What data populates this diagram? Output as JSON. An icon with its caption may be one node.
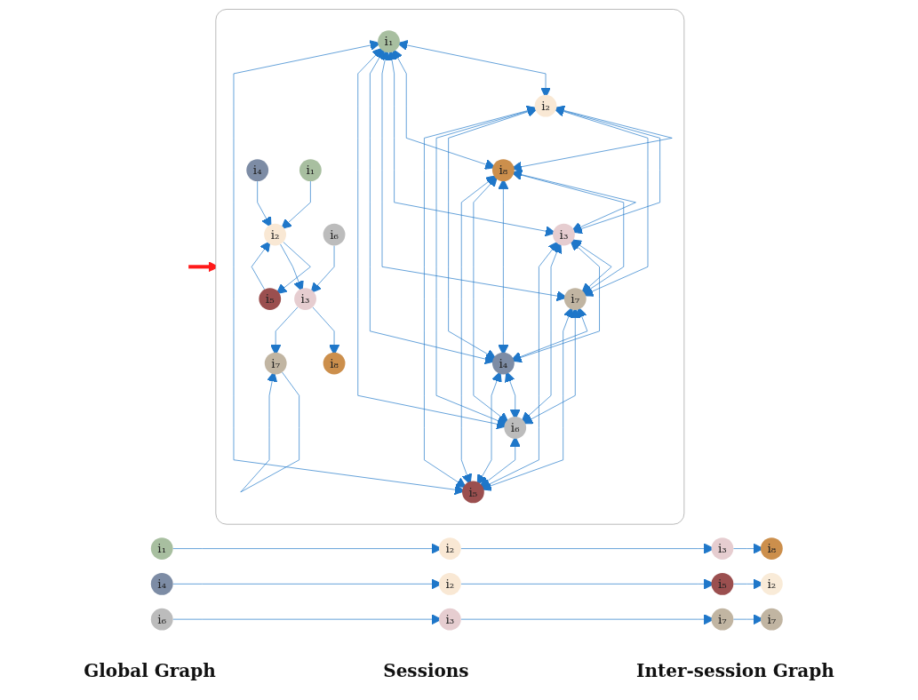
{
  "diagram": {
    "nodes": [
      {
        "text": [
          "i₁"
        ]
      },
      {
        "text": [
          "i₂"
        ]
      },
      {
        "text": [
          "i₃"
        ]
      },
      {
        "text": [
          "i₈"
        ]
      },
      {
        "text": [
          "i₄"
        ]
      },
      {
        "text": [
          "i₂"
        ]
      },
      {
        "text": [
          "i₅"
        ]
      },
      {
        "text": [
          "i₂"
        ]
      },
      {
        "text": [
          "i₆"
        ]
      },
      {
        "text": [
          "i₃"
        ]
      },
      {
        "text": [
          "i₇"
        ]
      },
      {
        "text": [
          "i₇"
        ]
      },
      {
        "text": [],
        "shape": "box"
      },
      {
        "text": [
          "i₁"
        ],
        "in": 12
      },
      {
        "text": [
          "i₂"
        ],
        "in": 12
      },
      {
        "text": [
          "i₈"
        ],
        "in": 12
      },
      {
        "text": [
          "i₃"
        ],
        "in": 12
      },
      {
        "text": [
          "i₇"
        ],
        "in": 12
      },
      {
        "text": [
          "i₄"
        ],
        "in": 12
      },
      {
        "text": [
          "i₆"
        ],
        "in": 12
      },
      {
        "text": [
          "i₅"
        ],
        "in": 12
      },
      {
        "text": [
          "i₄"
        ],
        "in": 12
      },
      {
        "text": [
          "i₅"
        ],
        "in": 12
      },
      {
        "text": [
          "i₂"
        ],
        "in": 12
      },
      {
        "text": [
          "i₁"
        ],
        "in": 12
      },
      {
        "text": [
          "i₈"
        ],
        "in": 12
      },
      {
        "text": [
          "i₃"
        ],
        "in": 12
      },
      {
        "text": [
          "i₆"
        ],
        "in": 12
      },
      {
        "text": [
          "i₇"
        ],
        "in": 12
      }
    ],
    "edges": [
      {
        "from": 0,
        "to": 1,
        "arrow": "to"
      },
      {
        "from": 1,
        "to": 2,
        "arrow": "to"
      },
      {
        "from": 2,
        "to": 3,
        "arrow": "to"
      },
      {
        "from": 4,
        "to": 5,
        "arrow": "to"
      },
      {
        "from": 5,
        "to": 6,
        "arrow": "to"
      },
      {
        "from": 6,
        "to": 7,
        "arrow": "to"
      },
      {
        "from": 8,
        "to": 9,
        "arrow": "to"
      },
      {
        "from": 9,
        "to": 10,
        "arrow": "to"
      },
      {
        "from": 10,
        "to": 11,
        "arrow": "to"
      },
      {
        "from": null,
        "to": 12,
        "arrow": "to",
        "style": "thick",
        "color": "#ff1a1a"
      },
      {
        "from": 13,
        "to": 14,
        "arrow": "both"
      },
      {
        "from": 13,
        "to": 15,
        "arrow": "both"
      },
      {
        "from": 13,
        "to": 16,
        "arrow": "both"
      },
      {
        "from": 13,
        "to": 17,
        "arrow": "both"
      },
      {
        "from": 13,
        "to": 18,
        "arrow": "both"
      },
      {
        "from": 13,
        "to": 19,
        "arrow": "both"
      },
      {
        "from": 13,
        "to": 20,
        "arrow": "both"
      },
      {
        "from": 14,
        "to": 15,
        "arrow": "both"
      },
      {
        "from": 14,
        "to": 16,
        "arrow": "both"
      },
      {
        "from": 14,
        "to": 17,
        "arrow": "both"
      },
      {
        "from": 14,
        "to": 18,
        "arrow": "both"
      },
      {
        "from": 14,
        "to": 19,
        "arrow": "both"
      },
      {
        "from": 14,
        "to": 20,
        "arrow": "both"
      },
      {
        "from": 15,
        "to": 16,
        "arrow": "both"
      },
      {
        "from": 15,
        "to": 17,
        "arrow": "both"
      },
      {
        "from": 15,
        "to": 18,
        "arrow": "both"
      },
      {
        "from": 15,
        "to": 19,
        "arrow": "both"
      },
      {
        "from": 15,
        "to": 20,
        "arrow": "both"
      },
      {
        "from": 16,
        "to": 17,
        "arrow": "both"
      },
      {
        "from": 16,
        "to": 18,
        "arrow": "both"
      },
      {
        "from": 16,
        "to": 19,
        "arrow": "both"
      },
      {
        "from": 16,
        "to": 20,
        "arrow": "both"
      },
      {
        "from": 17,
        "to": 18,
        "arrow": "both"
      },
      {
        "from": 17,
        "to": 19,
        "arrow": "both"
      },
      {
        "from": 17,
        "to": 20,
        "arrow": "both"
      },
      {
        "from": 18,
        "to": 19,
        "arrow": "both"
      },
      {
        "from": 18,
        "to": 20,
        "arrow": "both"
      },
      {
        "from": 19,
        "to": 20,
        "arrow": "both"
      },
      {
        "from": 21,
        "to": 23,
        "arrow": "to"
      },
      {
        "from": 23,
        "to": 22,
        "arrow": "to"
      },
      {
        "from": 22,
        "to": 23,
        "arrow": "to"
      },
      {
        "from": 24,
        "to": 23,
        "arrow": "to"
      },
      {
        "from": 23,
        "to": 26,
        "arrow": "to"
      },
      {
        "from": 26,
        "to": 25,
        "arrow": "to"
      },
      {
        "from": 27,
        "to": 26,
        "arrow": "to"
      },
      {
        "from": 26,
        "to": 28,
        "arrow": "to"
      },
      {
        "from": 28,
        "to": 28,
        "arrow": "to"
      }
    ],
    "labels": [
      "Global Graph",
      "Sessions",
      "Inter-session Graph"
    ]
  }
}
